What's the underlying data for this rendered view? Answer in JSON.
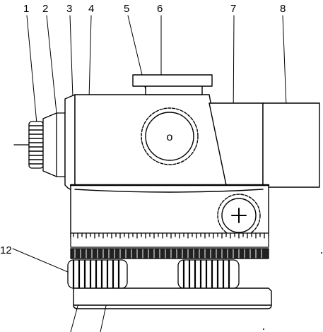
{
  "diagram": {
    "callouts": [
      {
        "id": "c1",
        "label": "1"
      },
      {
        "id": "c2",
        "label": "2"
      },
      {
        "id": "c3",
        "label": "3"
      },
      {
        "id": "c4",
        "label": "4"
      },
      {
        "id": "c5",
        "label": "5"
      },
      {
        "id": "c6",
        "label": "6"
      },
      {
        "id": "c7",
        "label": "7"
      },
      {
        "id": "c8",
        "label": "8"
      },
      {
        "id": "c12",
        "label": "12"
      }
    ],
    "knob_symbol": "o",
    "colors": {
      "ink": "#000000",
      "paper": "#ffffff"
    }
  }
}
